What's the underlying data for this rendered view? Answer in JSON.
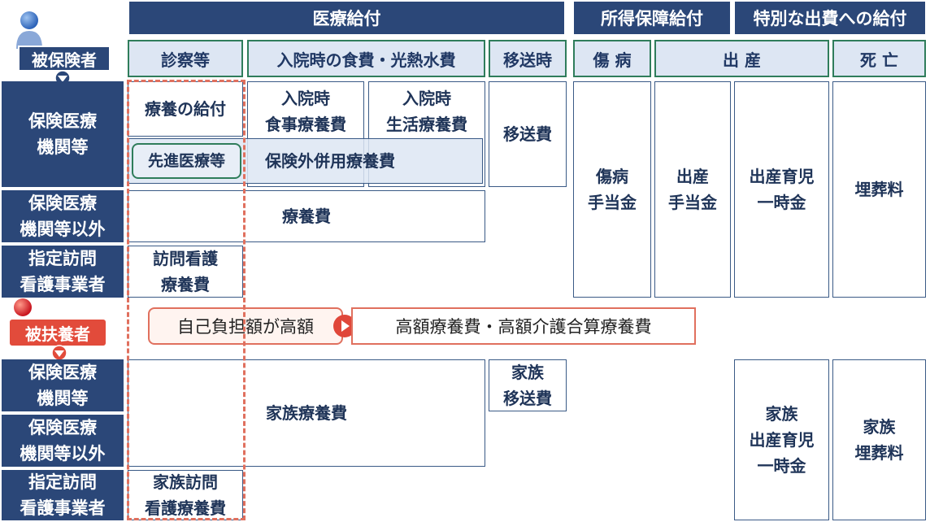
{
  "headers": {
    "medical_benefits": "医療給付",
    "income_benefits": "所得保障給付",
    "special_benefits": "特別な出費への給付"
  },
  "subheaders": {
    "consultation": "診察等",
    "hospital_meal": "入院時の食費・光熱水費",
    "transport": "移送時",
    "injury": "傷 病",
    "childbirth": "出 産",
    "death": "死 亡"
  },
  "insured": {
    "label": "被保険者",
    "rows": {
      "medical_institution": [
        "保険医療",
        "機関等"
      ],
      "non_medical_institution": [
        "保険医療",
        "機関等以外"
      ],
      "visiting_nurse": [
        "指定訪問",
        "看護事業者"
      ]
    },
    "cells": {
      "medical_care": "療養の給付",
      "meal_care": [
        "入院時",
        "食事療養費"
      ],
      "living_care": [
        "入院時",
        "生活療養費"
      ],
      "advanced_medical": "先進医療等",
      "combined_care": "保険外併用療養費",
      "transport_cost": "移送費",
      "sickness_allowance": [
        "傷病",
        "手当金"
      ],
      "maternity_allowance": [
        "出産",
        "手当金"
      ],
      "childbirth_lump_sum": [
        "出産育児",
        "一時金"
      ],
      "burial_fee": "埋葬料",
      "care_cost": "療養費",
      "visiting_nurse_cost": [
        "訪問看護",
        "療養費"
      ]
    }
  },
  "high_cost": {
    "condition": "自己負担額が高額",
    "result": "高額療養費・高額介護合算療養費"
  },
  "dependent": {
    "label": "被扶養者",
    "rows": {
      "medical_institution": [
        "保険医療",
        "機関等"
      ],
      "non_medical_institution": [
        "保険医療",
        "機関等以外"
      ],
      "visiting_nurse": [
        "指定訪問",
        "看護事業者"
      ]
    },
    "cells": {
      "family_transport": [
        "家族",
        "移送費"
      ],
      "family_care": "家族療養費",
      "family_childbirth": [
        "家族",
        "出産育児",
        "一時金"
      ],
      "family_burial": [
        "家族",
        "埋葬料"
      ],
      "family_visiting_nurse": [
        "家族訪問",
        "看護療養費"
      ]
    }
  },
  "colors": {
    "navy": "#2b4778",
    "light_blue": "#dde6f3",
    "green_border": "#2f7d5b",
    "dashed_red": "#e0705e",
    "arrow_red": "#e0473a"
  }
}
